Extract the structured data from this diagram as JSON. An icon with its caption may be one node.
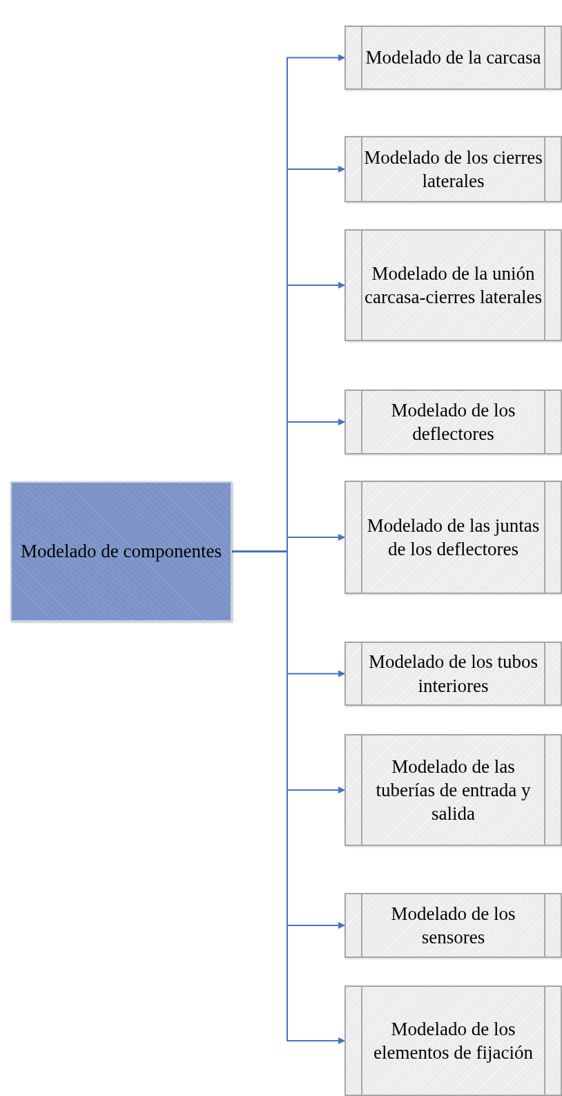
{
  "diagram": {
    "nodes": [
      {
        "text": [
          "Modelado de componentes"
        ]
      },
      {
        "text": [
          "Modelado de la carcasa"
        ]
      },
      {
        "text": [
          "Modelado de los cierres laterales"
        ]
      },
      {
        "text": [
          "Modelado de la unión carcasa-cierres laterales"
        ]
      },
      {
        "text": [
          "Modelado de los deflectores"
        ]
      },
      {
        "text": [
          "Modelado de las juntas de los deflectores"
        ]
      },
      {
        "text": [
          "Modelado de los tubos interiores"
        ]
      },
      {
        "text": [
          "Modelado de las tuberías de entrada y salida"
        ]
      },
      {
        "text": [
          "Modelado de los sensores"
        ]
      },
      {
        "text": [
          "Modelado de los elementos de fijación"
        ]
      }
    ],
    "edges": [
      {
        "from": 0,
        "to": 1,
        "arrow": "to"
      },
      {
        "from": 0,
        "to": 2,
        "arrow": "to"
      },
      {
        "from": 0,
        "to": 3,
        "arrow": "to"
      },
      {
        "from": 0,
        "to": 4,
        "arrow": "to"
      },
      {
        "from": 0,
        "to": 5,
        "arrow": "to"
      },
      {
        "from": 0,
        "to": 6,
        "arrow": "to"
      },
      {
        "from": 0,
        "to": 7,
        "arrow": "to"
      },
      {
        "from": 0,
        "to": 8,
        "arrow": "to"
      },
      {
        "from": 0,
        "to": 9,
        "arrow": "to"
      }
    ]
  }
}
